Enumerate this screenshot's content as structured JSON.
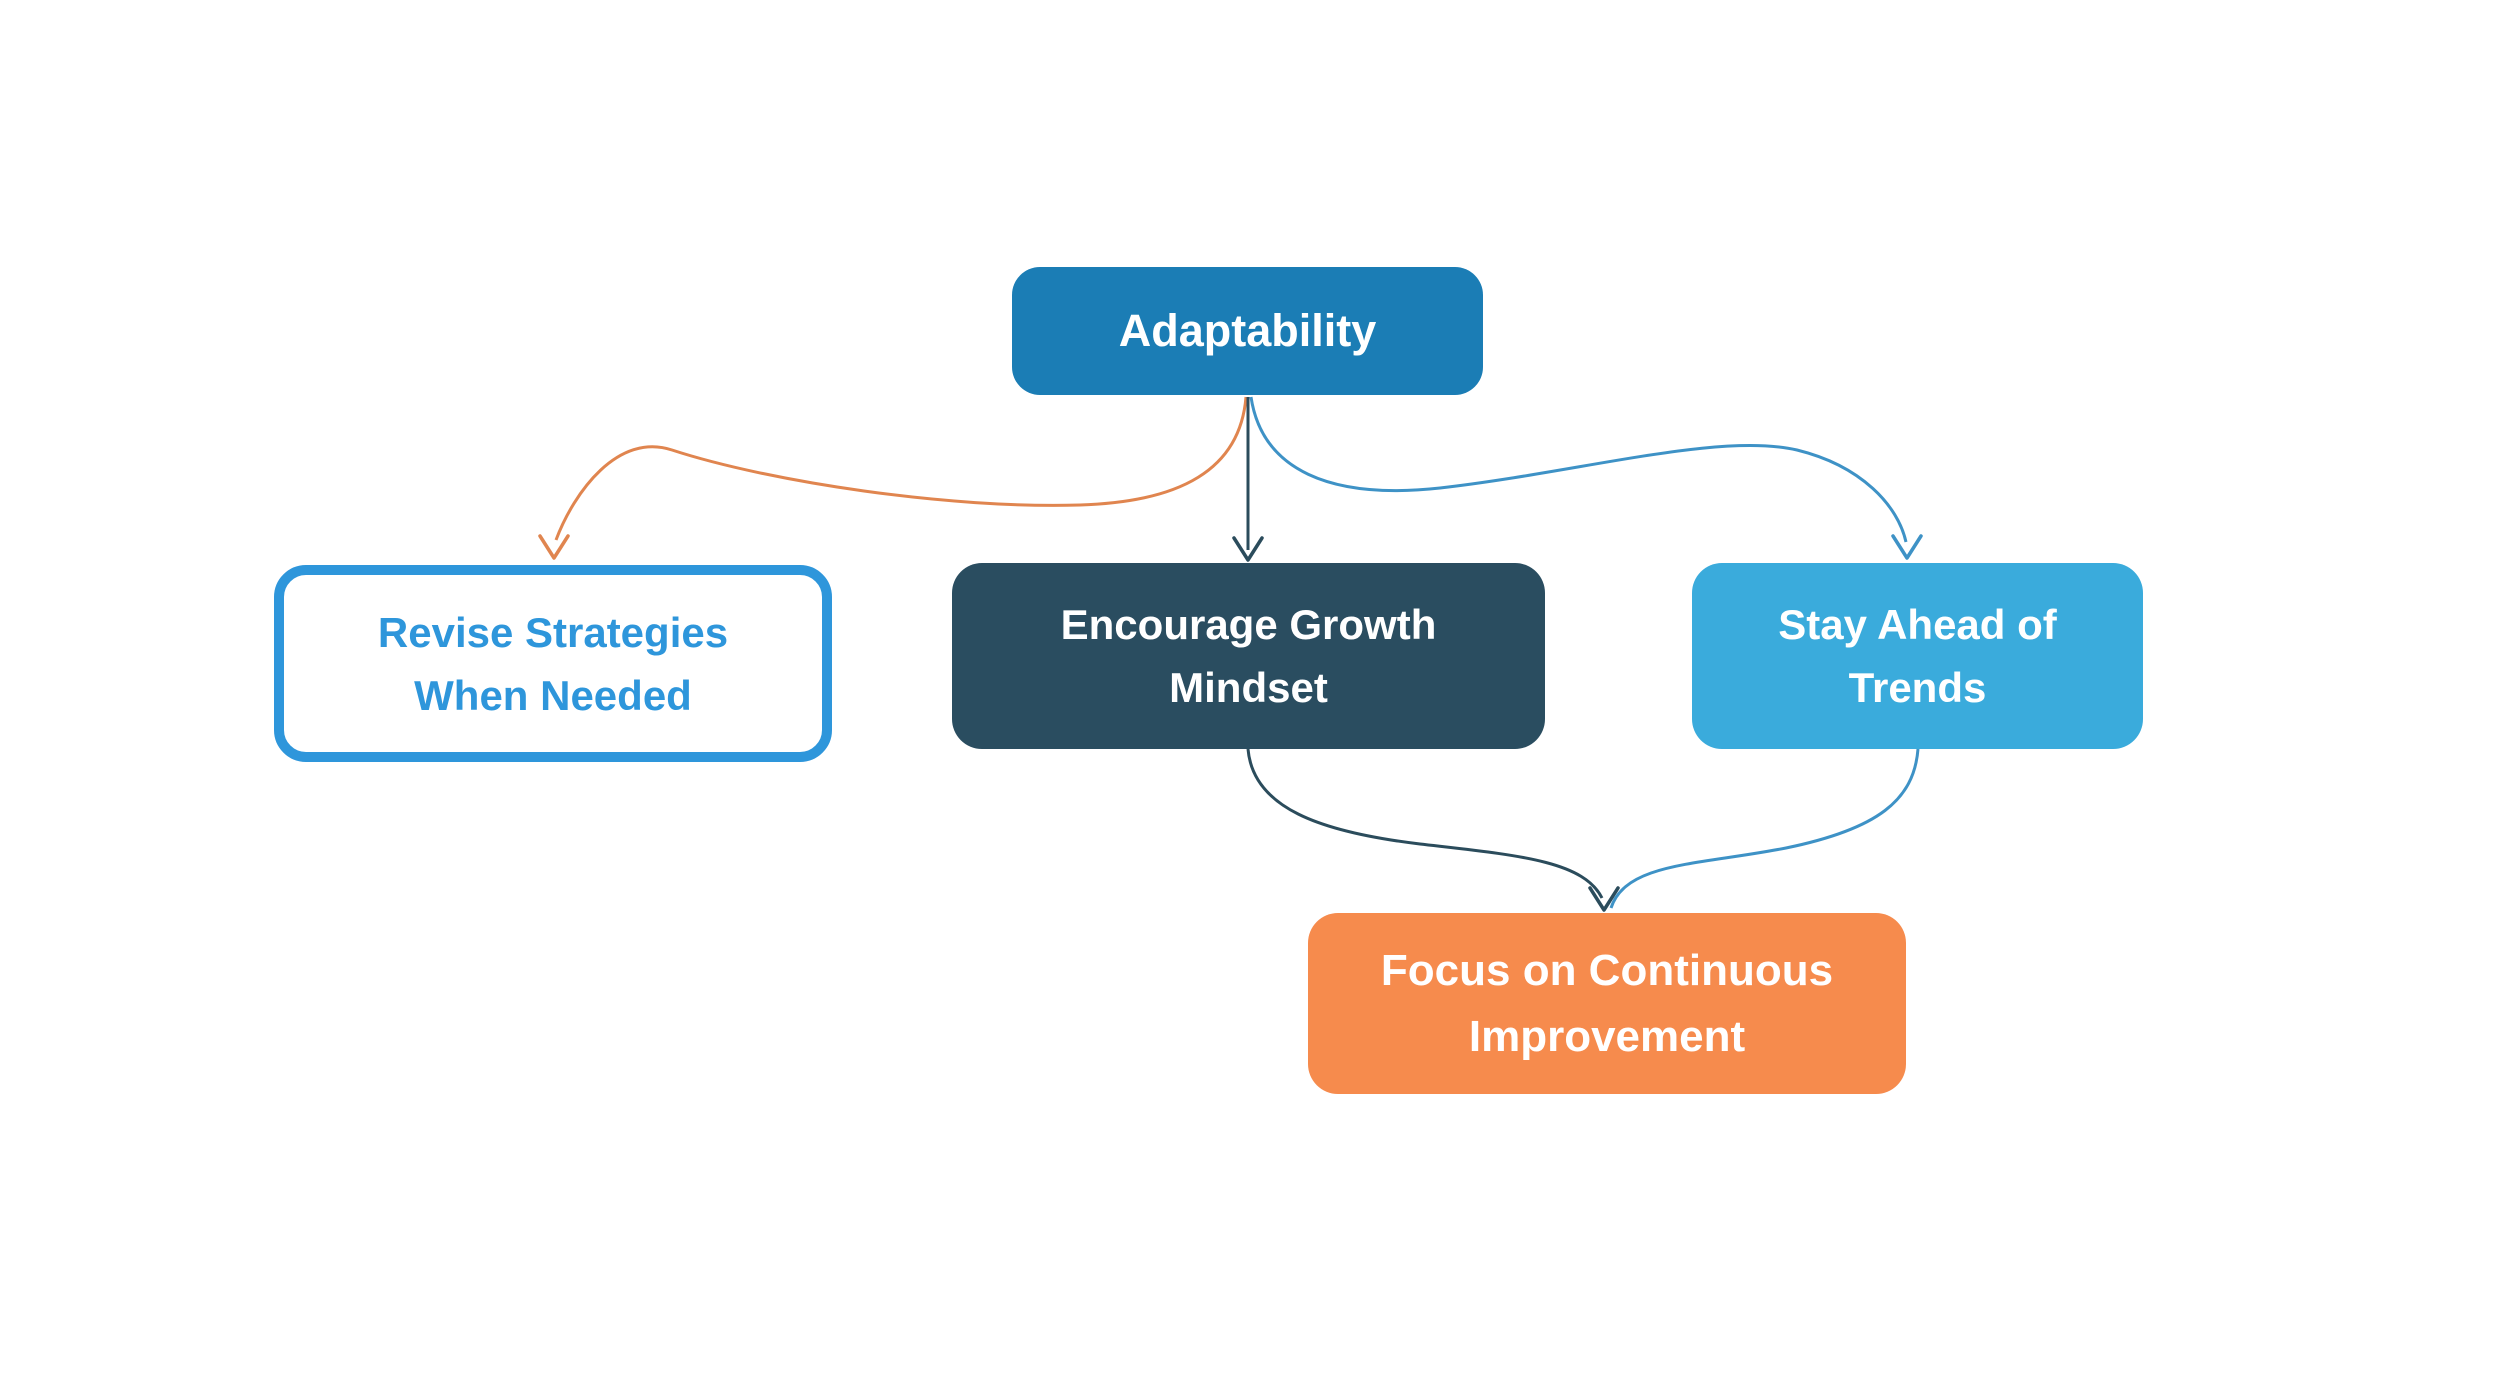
{
  "diagram": {
    "background_color": "#ffffff",
    "nodes": [
      {
        "id": "adaptability",
        "lines": [
          "Adaptability"
        ],
        "label": "Adaptability",
        "fill": "#1b7db5",
        "text_color": "#ffffff"
      },
      {
        "id": "revise-strategies",
        "lines": [
          "Revise Strategies",
          "When Needed"
        ],
        "label": "Revise Strategies When Needed",
        "fill": "#ffffff",
        "border_color": "#2e96db",
        "text_color": "#2e96db"
      },
      {
        "id": "growth-mindset",
        "lines": [
          "Encourage Growth",
          "Mindset"
        ],
        "label": "Encourage Growth Mindset",
        "fill": "#2a4d60",
        "text_color": "#ffffff"
      },
      {
        "id": "stay-ahead",
        "lines": [
          "Stay Ahead of",
          "Trends"
        ],
        "label": "Stay Ahead of Trends",
        "fill": "#3aabdc",
        "text_color": "#ffffff"
      },
      {
        "id": "continuous-improvement",
        "lines": [
          "Focus on Continuous",
          "Improvement"
        ],
        "label": "Focus on Continuous Improvement",
        "fill": "#f68b4d",
        "text_color": "#ffffff"
      }
    ],
    "edges": [
      {
        "from": "adaptability",
        "to": "revise-strategies",
        "color": "#e0854f"
      },
      {
        "from": "adaptability",
        "to": "growth-mindset",
        "color": "#2b4c5c"
      },
      {
        "from": "adaptability",
        "to": "stay-ahead",
        "color": "#3e92c6"
      },
      {
        "from": "growth-mindset",
        "to": "continuous-improvement",
        "color": "#2b4c5c"
      },
      {
        "from": "stay-ahead",
        "to": "continuous-improvement",
        "color": "#3e92c6"
      }
    ]
  }
}
